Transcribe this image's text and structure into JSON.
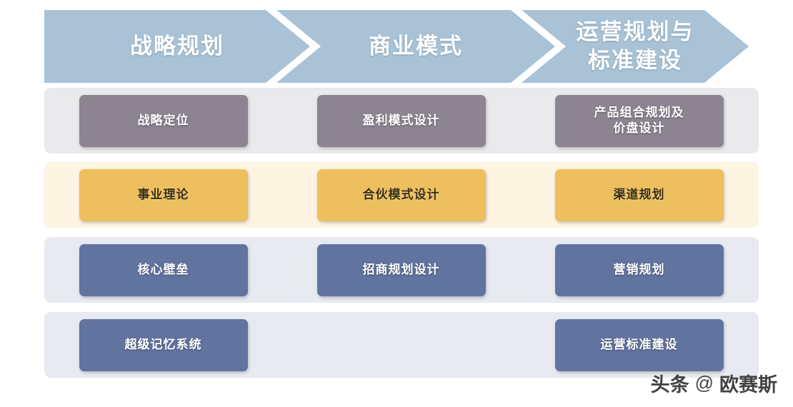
{
  "header": {
    "phases": [
      {
        "label": "战略规划"
      },
      {
        "label": "商业模式"
      },
      {
        "label": "运营规划与\n标准建设"
      }
    ]
  },
  "rows": [
    {
      "name": "row-positioning",
      "band_color": "#eaeaec",
      "card_color": "#8c8490",
      "cells": [
        {
          "label": "战略定位"
        },
        {
          "label": "盈利模式设计"
        },
        {
          "label": "产品组合规划及\n价盘设计"
        }
      ]
    },
    {
      "name": "row-theory",
      "band_color": "#fdf4e2",
      "card_color": "#edbf5e",
      "cells": [
        {
          "label": "事业理论"
        },
        {
          "label": "合伙模式设计"
        },
        {
          "label": "渠道规划"
        }
      ]
    },
    {
      "name": "row-core",
      "band_color": "#e7eaf1",
      "card_color": "#61739f",
      "cells": [
        {
          "label": "核心壁垒"
        },
        {
          "label": "招商规划设计"
        },
        {
          "label": "营销规划"
        }
      ]
    },
    {
      "name": "row-systems",
      "band_color": "#e7eaf1",
      "card_color": "#61739f",
      "cells": [
        {
          "label": "超级记忆系统"
        },
        {
          "label": ""
        },
        {
          "label": "运营标准建设"
        }
      ]
    }
  ],
  "watermark": {
    "platform": "头条",
    "separator": "@",
    "account": "欧赛斯"
  },
  "colors": {
    "chevron": "#a9c2d6",
    "band_gray": "#eaeaec",
    "band_cream": "#fdf4e2",
    "band_blue": "#e7eaf1",
    "card_purple": "#8c8490",
    "card_gold": "#edbf5e",
    "card_blue": "#61739f",
    "page_background": "#ffffff"
  }
}
